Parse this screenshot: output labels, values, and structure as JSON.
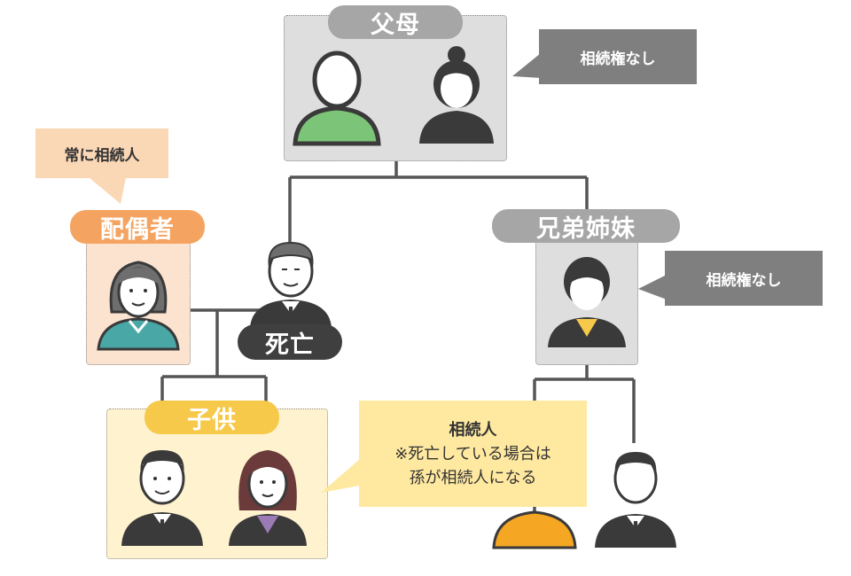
{
  "parents": {
    "label": "父母",
    "callout": "相続権なし"
  },
  "spouse": {
    "label": "配偶者",
    "callout": "常に相続人"
  },
  "deceased": {
    "label": "死亡"
  },
  "siblings": {
    "label": "兄弟姉妹",
    "callout": "相続権なし"
  },
  "children": {
    "label": "子供",
    "callout": {
      "title": "相続人",
      "line1": "※死亡している場合は",
      "line2": "孫が相続人になる"
    }
  },
  "colors": {
    "gray_box": "#dedede",
    "gray_pill": "#a6a6a6",
    "dark_gray": "#7f7f7f",
    "orange": "#f4a460",
    "peach_box": "#fbe3d0",
    "peach_callout": "#fad7b5",
    "yellow": "#f6c94a",
    "yellow_box": "#fff3cf",
    "yellow_callout": "#ffe9a0",
    "line": "#555555"
  }
}
